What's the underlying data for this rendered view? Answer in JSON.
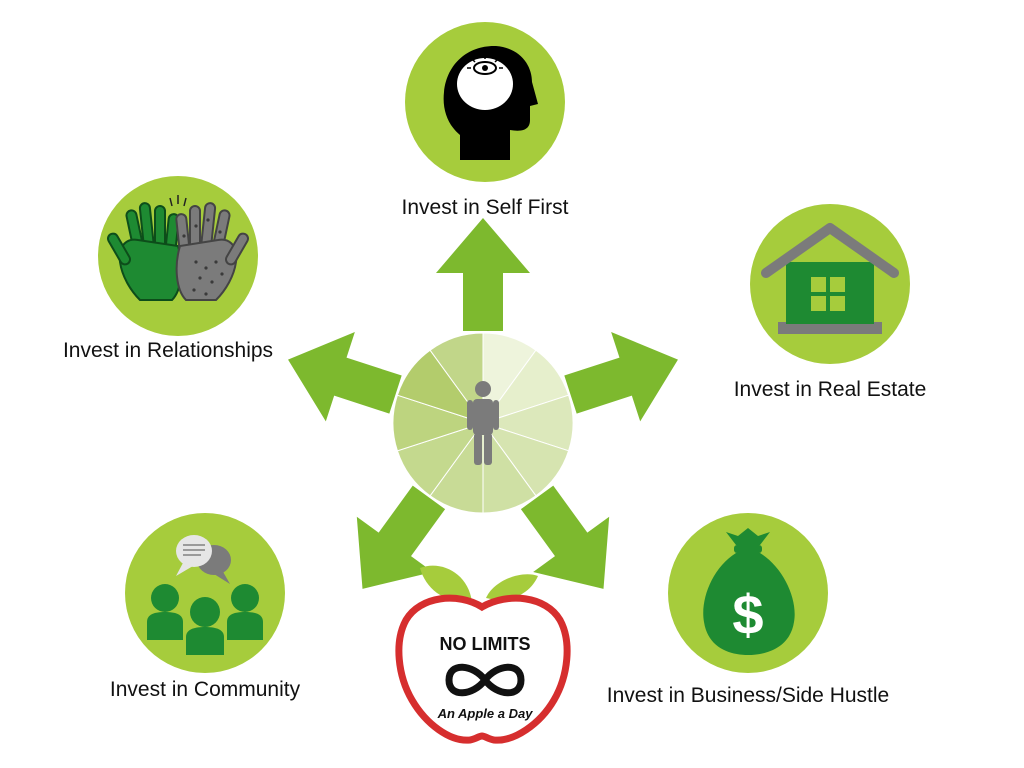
{
  "colors": {
    "circle": "#a6cc3c",
    "arrow": "#7db92e",
    "dark_green": "#1e8a32",
    "grey": "#7b7b7b",
    "apple_red": "#d62e2e"
  },
  "center": {
    "icon": "person-icon",
    "wheel_segment_count": 10
  },
  "nodes": [
    {
      "label": "Invest in Self First",
      "icon": "head-eye-icon"
    },
    {
      "label": "Invest in Real Estate",
      "icon": "house-icon"
    },
    {
      "label": "Invest in Business/Side Hustle",
      "icon": "money-bag-icon"
    },
    {
      "label": "Invest in Community",
      "icon": "community-icon"
    },
    {
      "label": "Invest in Relationships",
      "icon": "high-five-icon"
    }
  ],
  "logo": {
    "title": "NO LIMITS",
    "subtitle": "An Apple a Day",
    "icon": "infinity-icon"
  }
}
